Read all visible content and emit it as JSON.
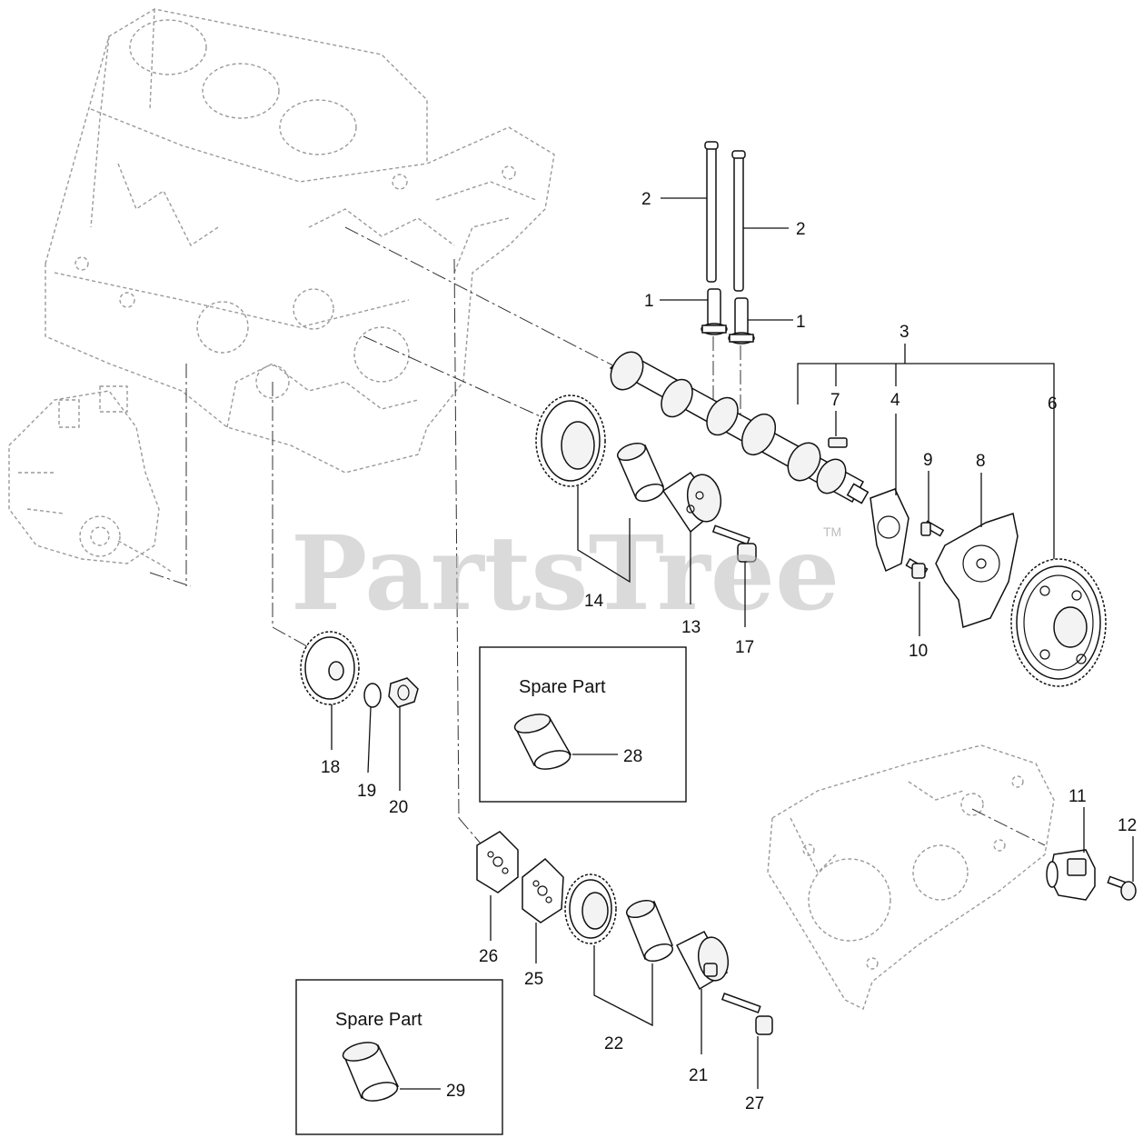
{
  "watermark": {
    "text": "PartsTree",
    "trademark": "TM"
  },
  "spare_boxes": [
    {
      "title": "Spare Part",
      "callout": "28"
    },
    {
      "title": "Spare Part",
      "callout": "29"
    }
  ],
  "callouts": {
    "c1a": "1",
    "c1b": "1",
    "c2a": "2",
    "c2b": "2",
    "c3": "3",
    "c4": "4",
    "c6": "6",
    "c7": "7",
    "c8": "8",
    "c9": "9",
    "c10": "10",
    "c11": "11",
    "c12": "12",
    "c13": "13",
    "c14": "14",
    "c17": "17",
    "c18": "18",
    "c19": "19",
    "c20": "20",
    "c21": "21",
    "c22": "22",
    "c25": "25",
    "c26": "26",
    "c27": "27"
  },
  "icons": [
    "engine-block-ghost",
    "fuel-pump-ghost",
    "gear-case-cover-ghost",
    "camshaft",
    "gear",
    "bushing",
    "bolt"
  ]
}
